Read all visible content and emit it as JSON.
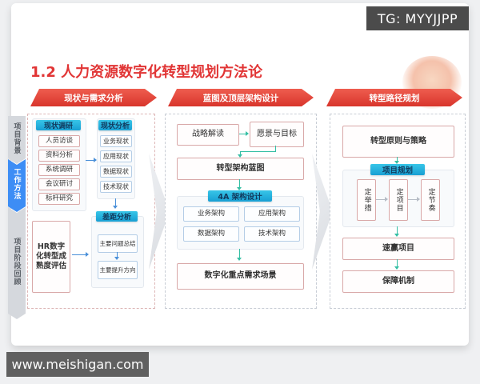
{
  "badge": {
    "text": "TG: MYYJJPP"
  },
  "watermark": {
    "text": "www.meishigan.com"
  },
  "title": "1.2 人力资源数字化转型规划方法论",
  "side_tabs": [
    {
      "label": "项目背景",
      "active": false
    },
    {
      "label": "工作方法",
      "active": true
    },
    {
      "label": "项目阶段回顾",
      "active": false
    }
  ],
  "banners": [
    "现状与需求分析",
    "蓝图及顶层架构设计",
    "转型路径规划"
  ],
  "col1": {
    "research": {
      "header": "现状调研",
      "items": [
        "人员访谈",
        "资料分析",
        "系统调研",
        "会议研讨",
        "标杆研究"
      ]
    },
    "analysis": {
      "header": "现状分析",
      "items": [
        "业务现状",
        "应用现状",
        "数据现状",
        "技术现状"
      ]
    },
    "gap": {
      "header": "差距分析",
      "items": [
        "主要问题总结",
        "主要提升方向"
      ]
    },
    "maturity": "HR数字化转型成熟度评估"
  },
  "col2": {
    "strategy": "战略解读",
    "vision": "愿景与目标",
    "blueprint": "转型架构蓝图",
    "arch": {
      "header": "4A 架构设计",
      "items": [
        "业务架构",
        "应用架构",
        "数据架构",
        "技术架构"
      ]
    },
    "scenarios": "数字化重点需求场景"
  },
  "col3": {
    "principles": "转型原则与策略",
    "plan": {
      "header": "项目规划",
      "items": [
        "定举措",
        "定项目",
        "定节奏"
      ]
    },
    "quickwin": "速赢项目",
    "mechanism": "保障机制"
  },
  "colors": {
    "accent_red": "#e13535",
    "banner_red": "#d8352c",
    "header_cyan": "#2ab6e0",
    "tab_blue": "#3d8df5",
    "arrow_teal": "#35bfa4",
    "arrow_blue": "#4a90d9",
    "badge_bg": "#4b4b4b",
    "watermark_bg": "#606060"
  }
}
